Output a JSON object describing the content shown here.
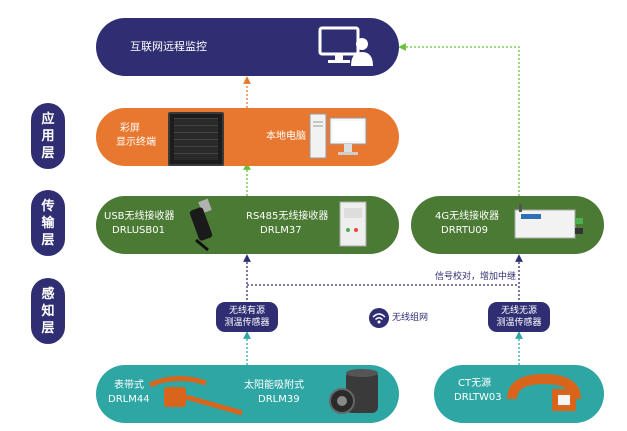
{
  "layers": {
    "application": [
      "应",
      "用",
      "层"
    ],
    "transmission": [
      "传",
      "输",
      "层"
    ],
    "perception": [
      "感",
      "知",
      "层"
    ]
  },
  "remote": {
    "label": "互联网远程监控"
  },
  "display": {
    "line1": "彩屏",
    "line2": "显示终端"
  },
  "local_pc": {
    "label": "本地电脑"
  },
  "usb": {
    "line1": "USB无线接收器",
    "line2": "DRLUSB01"
  },
  "rs485": {
    "line1": "RS485无线接收器",
    "line2": "DRLM37"
  },
  "g4": {
    "line1": "4G无线接收器",
    "line2": "DRRTU09"
  },
  "relay_note": "信号校对，增加中继",
  "wifi_label": "无线组网",
  "wireless_active": {
    "line1": "无线有源",
    "line2": "测温传感器"
  },
  "wireless_passive": {
    "line1": "无线无源",
    "line2": "测温传感器"
  },
  "strap": {
    "line1": "表带式",
    "line2": "DRLM44"
  },
  "solar": {
    "line1": "太阳能吸附式",
    "line2": "DRLM39"
  },
  "ct": {
    "line1": "CT无源",
    "line2": "DRLTW03"
  },
  "colors": {
    "navy": "#2f2e72",
    "orange": "#e8782f",
    "green": "#4a7a33",
    "teal": "#2ea6a4",
    "arrow_orange": "#e8782f",
    "arrow_green": "#6bbf3a",
    "arrow_navy": "#2f2e72"
  }
}
